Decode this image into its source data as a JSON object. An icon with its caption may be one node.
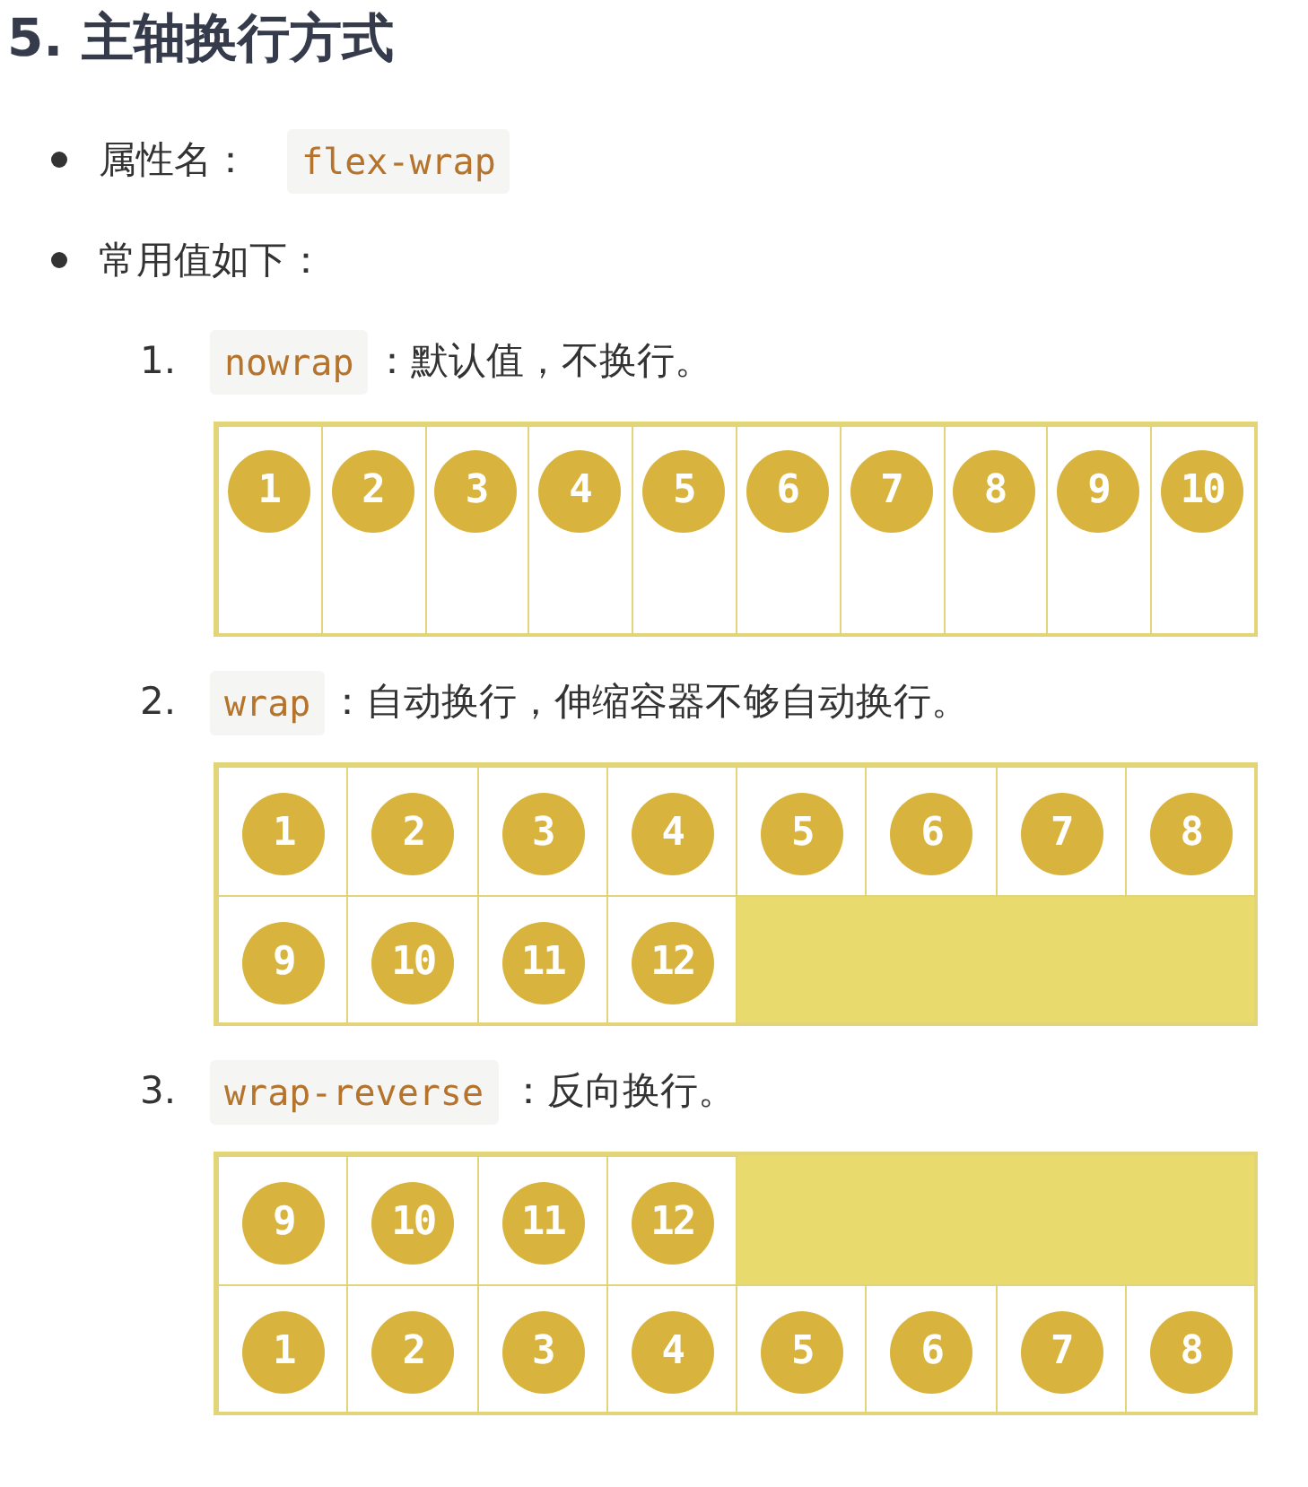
{
  "diagram": {
    "title": "5. 主轴换行方式",
    "nodes": [
      {
        "text": [],
        "shape": "box"
      },
      {
        "text": [
          "1"
        ],
        "in": 0
      },
      {
        "text": [
          "2"
        ],
        "in": 0
      },
      {
        "text": [
          "3"
        ],
        "in": 0
      },
      {
        "text": [
          "4"
        ],
        "in": 0
      },
      {
        "text": [
          "5"
        ],
        "in": 0
      },
      {
        "text": [
          "6"
        ],
        "in": 0
      },
      {
        "text": [
          "7"
        ],
        "in": 0
      },
      {
        "text": [
          "8"
        ],
        "in": 0
      },
      {
        "text": [
          "9"
        ],
        "in": 0
      },
      {
        "text": [
          "10"
        ],
        "in": 0
      },
      {
        "text": [],
        "shape": "box"
      },
      {
        "text": [
          "1"
        ],
        "in": 11
      },
      {
        "text": [
          "2"
        ],
        "in": 11
      },
      {
        "text": [
          "3"
        ],
        "in": 11
      },
      {
        "text": [
          "4"
        ],
        "in": 11
      },
      {
        "text": [
          "5"
        ],
        "in": 11
      },
      {
        "text": [
          "6"
        ],
        "in": 11
      },
      {
        "text": [
          "7"
        ],
        "in": 11
      },
      {
        "text": [
          "8"
        ],
        "in": 11
      },
      {
        "text": [
          "9"
        ],
        "in": 11
      },
      {
        "text": [
          "10"
        ],
        "in": 11
      },
      {
        "text": [
          "11"
        ],
        "in": 11
      },
      {
        "text": [
          "12"
        ],
        "in": 11
      },
      {
        "text": [],
        "shape": "box"
      },
      {
        "text": [
          "9"
        ],
        "in": 24
      },
      {
        "text": [
          "10"
        ],
        "in": 24
      },
      {
        "text": [
          "11"
        ],
        "in": 24
      },
      {
        "text": [
          "12"
        ],
        "in": 24
      },
      {
        "text": [
          "1"
        ],
        "in": 24
      },
      {
        "text": [
          "2"
        ],
        "in": 24
      },
      {
        "text": [
          "3"
        ],
        "in": 24
      },
      {
        "text": [
          "4"
        ],
        "in": 24
      },
      {
        "text": [
          "5"
        ],
        "in": 24
      },
      {
        "text": [
          "6"
        ],
        "in": 24
      },
      {
        "text": [
          "7"
        ],
        "in": 24
      },
      {
        "text": [
          "8"
        ],
        "in": 24
      }
    ],
    "labels": [
      "属性名：",
      "flex-wrap",
      "常用值如下：",
      "1.",
      "nowrap",
      "：默认值，不换行。",
      "2.",
      "wrap",
      "：自动换行，伸缩容器不够自动换行。",
      "3.",
      "wrap-reverse",
      "：反向换行。"
    ]
  }
}
